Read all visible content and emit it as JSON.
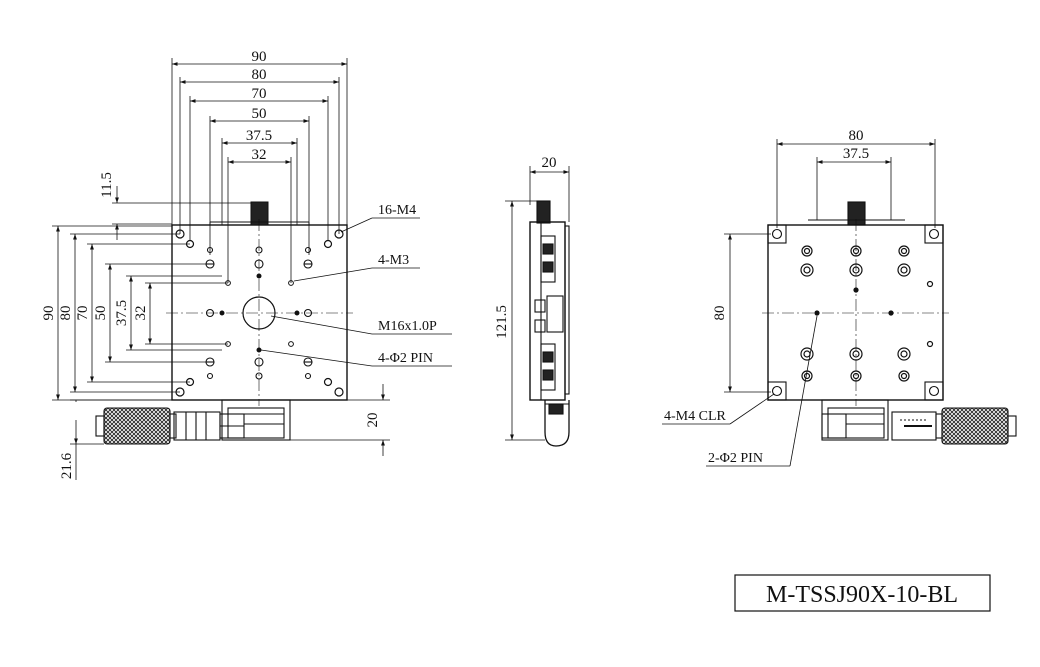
{
  "front_view": {
    "width_dims": [
      "90",
      "80",
      "70",
      "50",
      "37.5",
      "32"
    ],
    "height_dims": [
      "90",
      "80",
      "70",
      "50",
      "37.5",
      "32"
    ],
    "top_offset": "11.5",
    "bottom_dims": [
      "20",
      "21.6"
    ],
    "callouts": [
      "16-M4",
      "4-M3",
      "M16x1.0P",
      "4-Φ2 PIN"
    ]
  },
  "side_view": {
    "width_dim": "20",
    "height_dim": "121.5"
  },
  "rear_view": {
    "width_dims": [
      "80",
      "37.5"
    ],
    "height_dim": "80",
    "callouts": [
      "4-M4 CLR",
      "2-Φ2 PIN"
    ]
  },
  "title_block": {
    "model": "M-TSSJ90X-10-BL"
  }
}
